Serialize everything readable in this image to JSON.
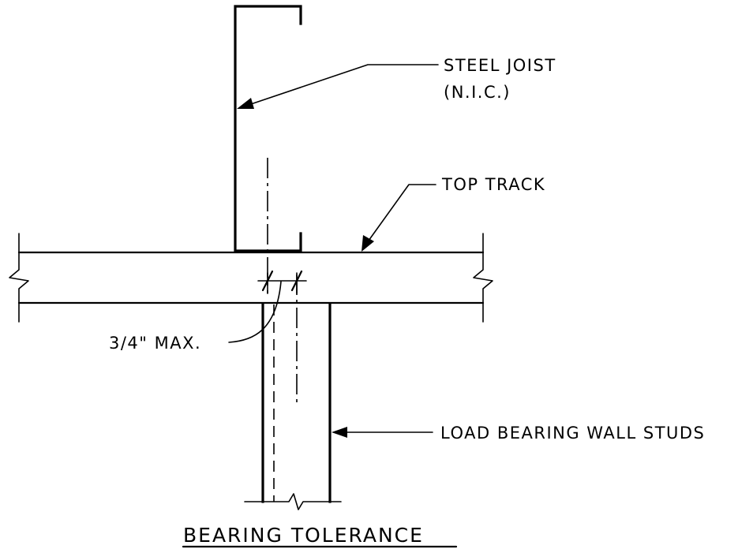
{
  "labels": {
    "steel_joist_line1": "STEEL JOIST",
    "steel_joist_line2": "(N.I.C.)",
    "top_track": "TOP TRACK",
    "tolerance": "3/4\" MAX.",
    "studs": "LOAD BEARING WALL STUDS",
    "title": "BEARING TOLERANCE"
  }
}
